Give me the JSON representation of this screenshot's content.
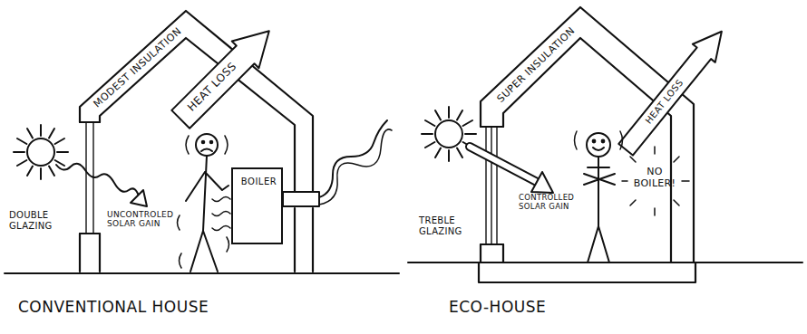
{
  "diagram": {
    "nodes": [
      {
        "text": [
          "CONVENTIONAL HOUSE"
        ]
      },
      {
        "text": [
          "MODEST INSULATION"
        ],
        "in": 0
      },
      {
        "text": [
          "HEAT LOSS"
        ],
        "in": 0
      },
      {
        "text": [
          "BOILER"
        ],
        "in": 0
      },
      {
        "text": [
          "ECO-HOUSE"
        ]
      },
      {
        "text": [
          "SUPER INSULATION"
        ],
        "in": 4
      },
      {
        "text": [
          "HEAT LOSS"
        ],
        "in": 4
      }
    ],
    "labels": [
      "DOUBLE GLAZING",
      "UNCONTROLED SOLAR GAIN",
      "TREBLE GLAZING",
      "CONTROLLED SOLAR GAIN",
      "NO BOILER!"
    ]
  }
}
